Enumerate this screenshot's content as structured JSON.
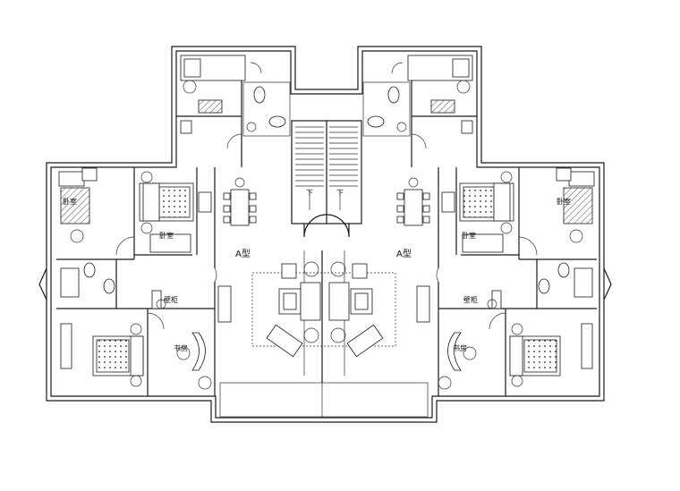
{
  "labels": {
    "unit_type": "A型",
    "down": "下",
    "bedroom": "卧室",
    "wardrobe": "壁柜",
    "study": "书房"
  }
}
